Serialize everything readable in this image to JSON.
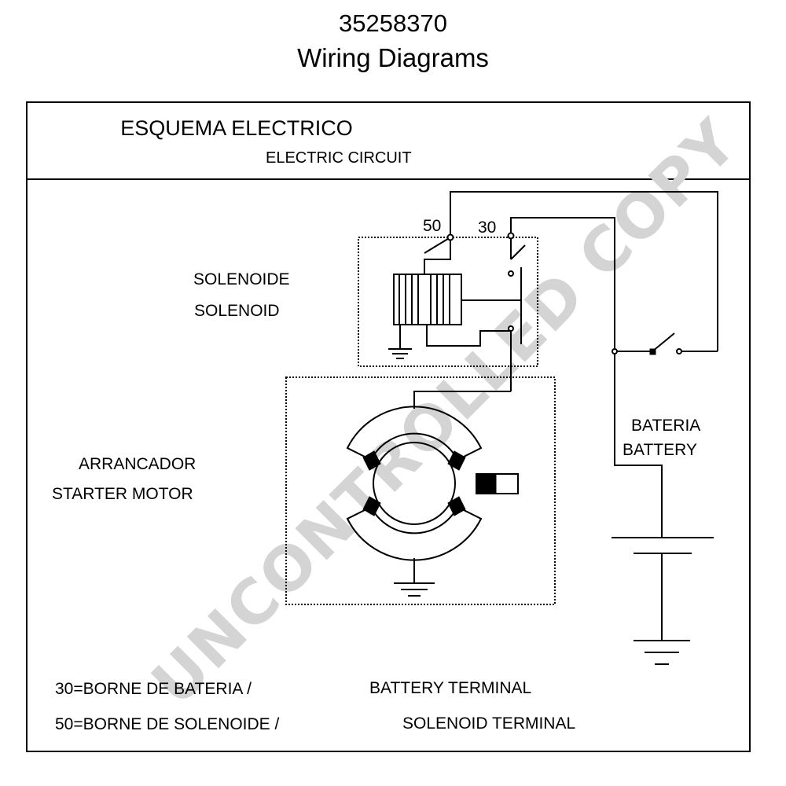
{
  "title": {
    "part_number": "35258370",
    "document": "Wiring Diagrams"
  },
  "header": {
    "spanish": "ESQUEMA ELECTRICO",
    "english": "ELECTRIC CIRCUIT"
  },
  "labels": {
    "solenoid_es": "SOLENOIDE",
    "solenoid_en": "SOLENOID",
    "starter_es": "ARRANCADOR",
    "starter_en": "STARTER MOTOR",
    "battery_es": "BATERIA",
    "battery_en": "BATTERY",
    "terminal_50": "50",
    "terminal_30": "30"
  },
  "legend": {
    "line1_es": "30=BORNE DE BATERIA /",
    "line1_en": "BATTERY TERMINAL",
    "line2_es": "50=BORNE DE SOLENOIDE /",
    "line2_en": "SOLENOID TERMINAL"
  },
  "watermark": "UNCONTROLLED COPY",
  "colors": {
    "line": "#000000",
    "watermark": "#d4d4d4"
  }
}
